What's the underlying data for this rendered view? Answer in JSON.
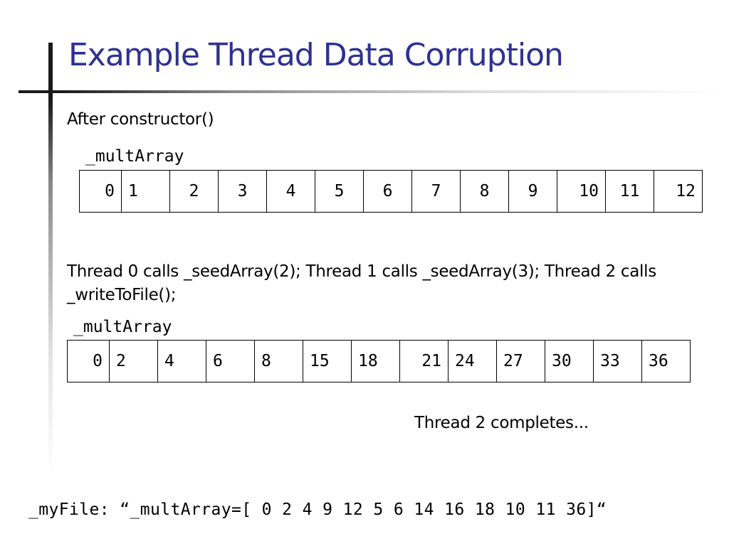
{
  "slide": {
    "title": "Example Thread Data Corruption",
    "after_constructor": "After constructor()",
    "array1_label": "_multArray",
    "array1": [
      "0",
      "1",
      "2",
      "3",
      "4",
      "5",
      "6",
      "7",
      "8",
      "9",
      "10",
      "11",
      "12"
    ],
    "thread_calls": "Thread 0 calls _seedArray(2); Thread 1 calls _seedArray(3); Thread 2 calls _writeToFile();",
    "array2_label": "_multArray",
    "array2": [
      "0",
      "2",
      "4",
      "6",
      "8",
      "15",
      "18",
      "21",
      "24",
      "27",
      "30",
      "33",
      "36"
    ],
    "thread2_completes": "Thread 2 completes...",
    "my_file": "_myFile: “_multArray=[ 0 2 4 9 12 5 6 14 16 18 10 11 36]“"
  }
}
